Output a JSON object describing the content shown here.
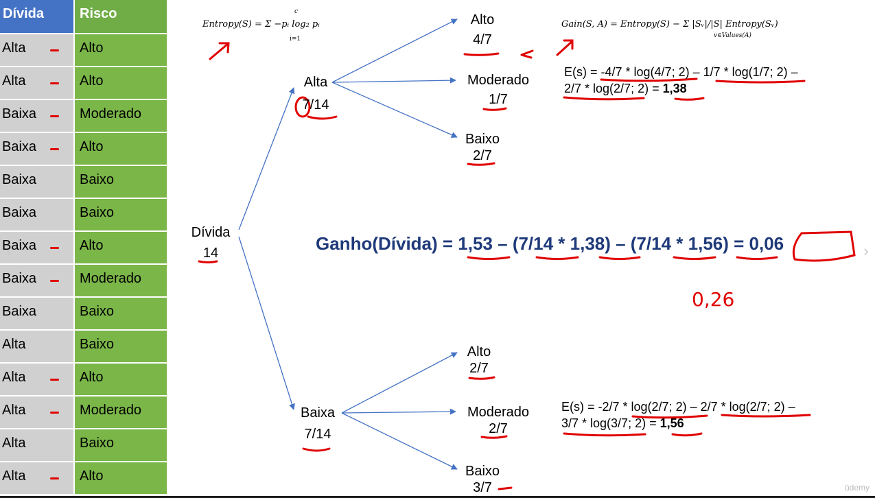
{
  "table": {
    "headers": [
      "Dívida",
      "Risco"
    ],
    "rows": [
      [
        "Alta",
        "Alto"
      ],
      [
        "Alta",
        "Alto"
      ],
      [
        "Baixa",
        "Moderado"
      ],
      [
        "Baixa",
        "Alto"
      ],
      [
        "Baixa",
        "Baixo"
      ],
      [
        "Baixa",
        "Baixo"
      ],
      [
        "Baixa",
        "Alto"
      ],
      [
        "Baixa",
        "Moderado"
      ],
      [
        "Baixa",
        "Baixo"
      ],
      [
        "Alta",
        "Baixo"
      ],
      [
        "Alta",
        "Alto"
      ],
      [
        "Alta",
        "Moderado"
      ],
      [
        "Alta",
        "Baixo"
      ],
      [
        "Alta",
        "Alto"
      ]
    ]
  },
  "formulas": {
    "entropy": "Entropy(S) = Σ −pᵢ log₂ pᵢ",
    "entropy_sum_top": "c",
    "entropy_sum_bottom": "i=1",
    "gain": "Gain(S, A) = Entropy(S) − Σ |Sᵥ|/|S| Entropy(Sᵥ)",
    "gain_sum_bottom": "v∈Values(A)"
  },
  "tree": {
    "root": {
      "label": "Dívida",
      "count": "14"
    },
    "alta": {
      "label": "Alta",
      "count": "7/14"
    },
    "baixa": {
      "label": "Baixa",
      "count": "7/14"
    },
    "alta_children": [
      {
        "label": "Alto",
        "count": "4/7"
      },
      {
        "label": "Moderado",
        "count": "1/7"
      },
      {
        "label": "Baixo",
        "count": "2/7"
      }
    ],
    "baixa_children": [
      {
        "label": "Alto",
        "count": "2/7"
      },
      {
        "label": "Moderado",
        "count": "2/7"
      },
      {
        "label": "Baixo",
        "count": "3/7"
      }
    ]
  },
  "calc_alta": {
    "line1": "E(s) = -4/7 * log(4/7; 2) – 1/7 * log(1/7; 2) –",
    "line2_prefix": "2/7 * log(2/7; 2) = ",
    "line2_result": "1,38"
  },
  "calc_baixa": {
    "line1": "E(s) = -2/7 * log(2/7; 2) – 2/7 * log(2/7; 2) –",
    "line2_prefix": "3/7 * log(3/7; 2) = ",
    "line2_result": "1,56"
  },
  "gain_formula": "Ganho(Dívida) = 1,53 – (7/14 * 1,38) – (7/14 * 1,56) = 0,06",
  "handwritten_note": "0,26",
  "watermark": "ūdemy",
  "colors": {
    "header_blue": "#4472c4",
    "header_green": "#70ad47",
    "cell_grey": "#d0d0d0",
    "cell_green": "#7ab648",
    "gain_text": "#1f3a7a",
    "annotation_red": "#e00000",
    "arrow_blue": "#4472c4"
  }
}
